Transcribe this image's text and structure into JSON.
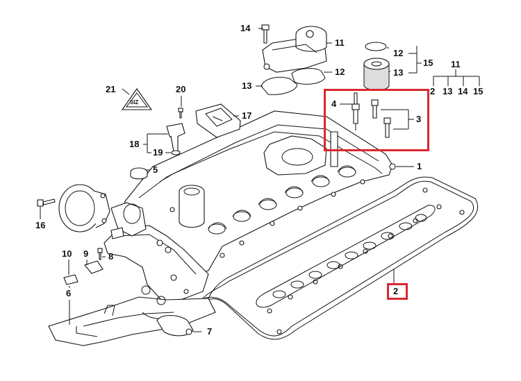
{
  "callouts": {
    "c1": "1",
    "c2_main": "2",
    "c2_left": "2",
    "c3": "3",
    "c4": "4",
    "c5": "5",
    "c6": "6",
    "c7": "7",
    "c8": "8",
    "c9": "9",
    "c10": "10",
    "c11_top": "11",
    "c11_right": "11",
    "c12_top": "12",
    "c12_mid": "12",
    "c13_left": "13",
    "c13_mid": "13",
    "c13_right": "13",
    "c14_top": "14",
    "c14_right": "14",
    "c15_top": "15",
    "c15_right": "15",
    "c16": "16",
    "c17": "17",
    "c18": "18",
    "c19": "19",
    "c20": "20",
    "c21": "21"
  },
  "symbols": {
    "triangle_mark": "SIZ"
  },
  "highlight_color": "#d9282f"
}
